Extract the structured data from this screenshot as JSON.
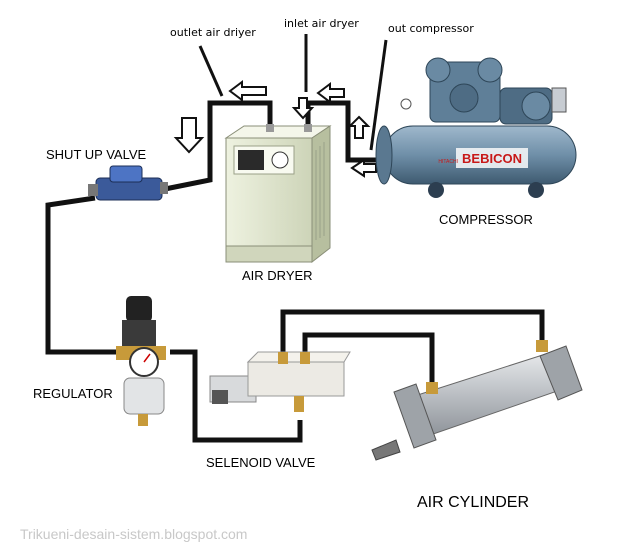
{
  "labels": {
    "outlet_air_dryer": "outlet air driyer",
    "inlet_air_dryer": "inlet air dryer",
    "out_compressor": "out compressor",
    "shut_up_valve": "SHUT UP VALVE",
    "compressor": "COMPRESSOR",
    "air_dryer": "AIR DRYER",
    "regulator": "REGULATOR",
    "selenoid_valve": "SELENOID VALVE",
    "air_cylinder": "AIR CYLINDER"
  },
  "compressor_brand": "BEBICON",
  "compressor_maker": "HITACHI",
  "watermark": "Trikueni-desain-sistem.blogspot.com",
  "colors": {
    "hose": "#111111",
    "compressor_body": "#6f8fa8",
    "dryer_body": "#e4ead2",
    "brass": "#c79a3a",
    "cylinder": "#c9ccd0",
    "watermark": "#c8c8c8"
  }
}
